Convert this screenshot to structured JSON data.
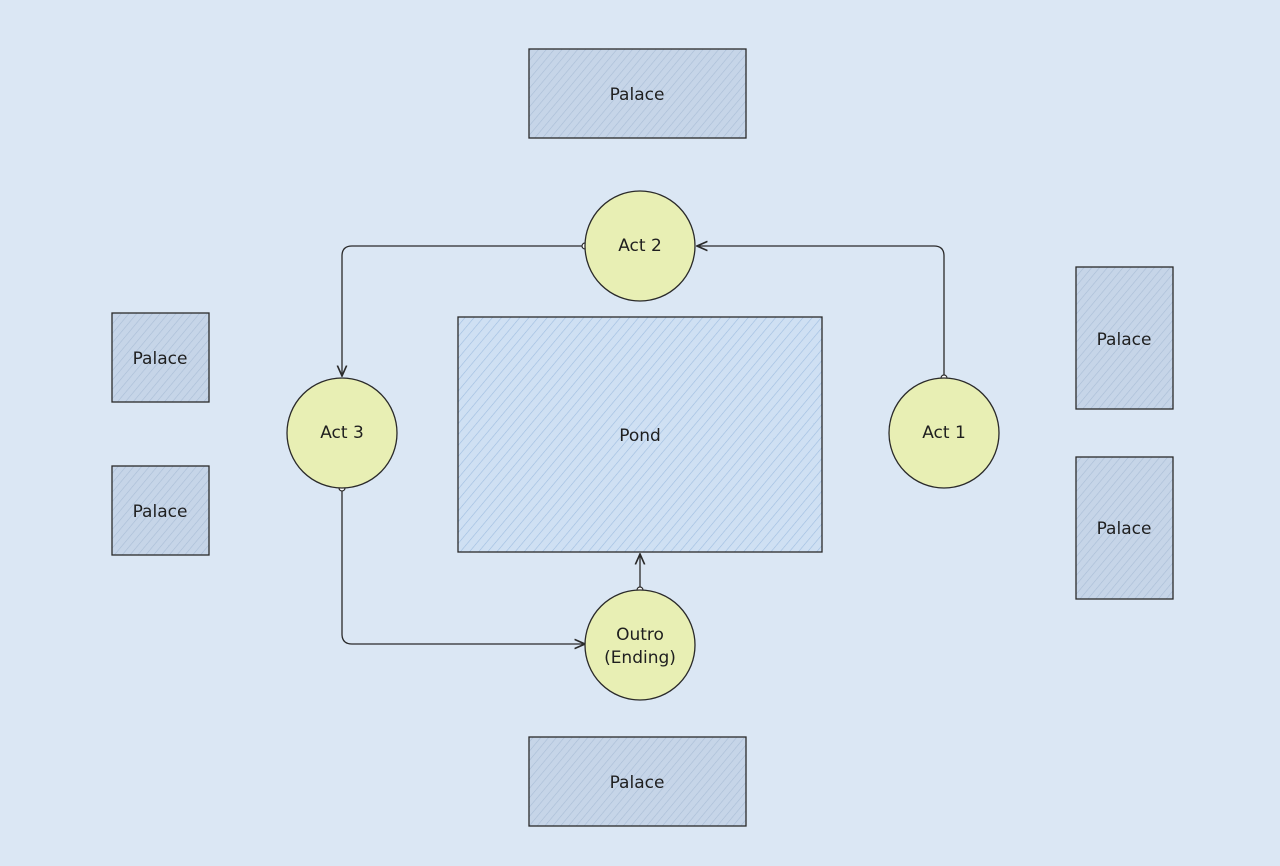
{
  "palaces": {
    "top": "Palace",
    "bottom": "Palace",
    "left_upper": "Palace",
    "left_lower": "Palace",
    "right_upper": "Palace",
    "right_lower": "Palace"
  },
  "pond": "Pond",
  "acts": {
    "act1": "Act 1",
    "act2": "Act 2",
    "act3": "Act 3",
    "outro_line1": "Outro",
    "outro_line2": "(Ending)"
  },
  "colors": {
    "background": "#dbe7f4",
    "palace_fill": "#c3d3e6",
    "pond_fill": "#cddff2",
    "act_fill": "#e8efb4",
    "stroke": "#2a2a2a"
  }
}
